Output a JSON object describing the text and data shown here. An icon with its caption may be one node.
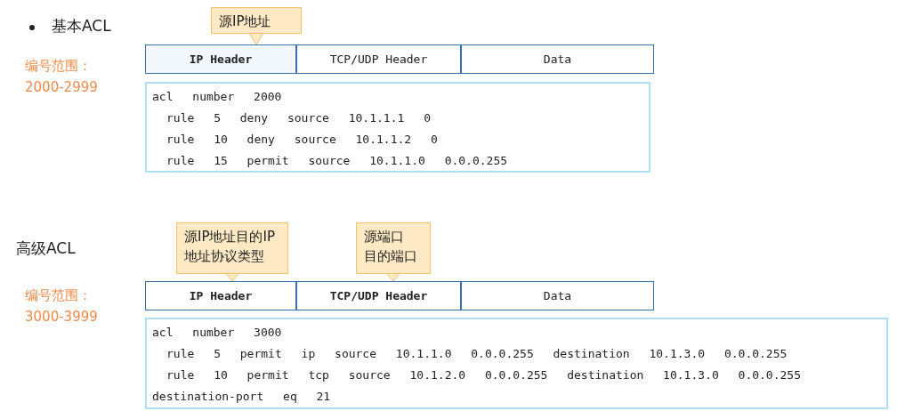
{
  "diagram": {
    "nodes": [
      {
        "text": [
          "源IP地址"
        ]
      },
      {
        "text": [
          "IP Header"
        ]
      },
      {
        "text": [
          "TCP/UDP Header"
        ]
      },
      {
        "text": [
          "Data"
        ]
      },
      {
        "text": [
          "acl number 2000",
          "rule 5 deny source 10.1.1.1 0",
          "rule 10 deny source 10.1.1.2 0",
          "rule 15 permit source 10.1.1.0 0.0.0.255"
        ]
      },
      {
        "text": [
          "源IP地址目的IP地址协议类型"
        ]
      },
      {
        "text": [
          "源端口目的端口"
        ]
      },
      {
        "text": [
          "IP Header"
        ]
      },
      {
        "text": [
          "TCP/UDP Header"
        ]
      },
      {
        "text": [
          "Data"
        ]
      },
      {
        "text": [
          "acl number 3000",
          "rule 5 permit ip source 10.1.1.0 0.0.0.255 destination 10.1.3.0 0.0.0.255",
          "rule 10 permit tcp source 10.1.2.0 0.0.0.255 destination 10.1.3.0 0.0.0.255 destination-port eq 21"
        ]
      }
    ],
    "edges": [
      {
        "from": 0,
        "to": 1,
        "arrow": "to"
      },
      {
        "from": 5,
        "to": 7,
        "arrow": "to"
      },
      {
        "from": 6,
        "to": 8,
        "arrow": "to"
      }
    ],
    "labels": [
      "基本ACL",
      "编号范围：2000-2999",
      "高级ACL",
      "编号范围：3000-3999"
    ]
  }
}
